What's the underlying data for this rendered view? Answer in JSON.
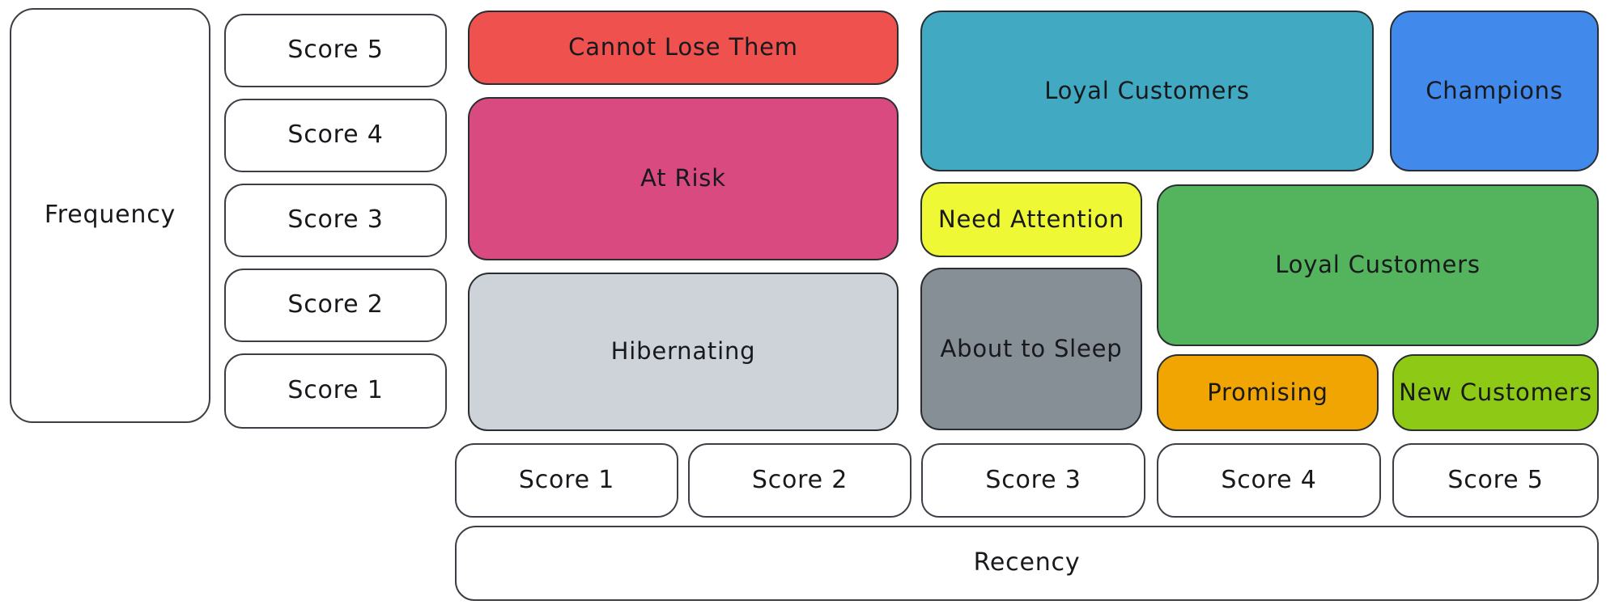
{
  "diagram": {
    "type": "rfm-segmentation-matrix",
    "ink_color": "#2e3236",
    "background": "#ffffff"
  },
  "frequency_axis": {
    "label": "Frequency",
    "scores": [
      "Score 5",
      "Score 4",
      "Score 3",
      "Score 2",
      "Score 1"
    ]
  },
  "recency_axis": {
    "label": "Recency",
    "scores": [
      "Score 1",
      "Score 2",
      "Score 3",
      "Score 4",
      "Score 5"
    ]
  },
  "segments": {
    "cannot_lose": {
      "label": "Cannot Lose Them",
      "color": "#ef514e"
    },
    "at_risk": {
      "label": "At Risk",
      "color": "#d94a80"
    },
    "hibernating": {
      "label": "Hibernating",
      "color": "#ced3da"
    },
    "loyal_customers_top": {
      "label": "Loyal Customers",
      "color": "#41a9c1"
    },
    "champions": {
      "label": "Champions",
      "color": "#4189ea"
    },
    "need_attention": {
      "label": "Need Attention",
      "color": "#eff834"
    },
    "about_to_sleep": {
      "label": "About to Sleep",
      "color": "#868e96"
    },
    "loyal_customers_mid": {
      "label": "Loyal Customers",
      "color": "#54b45d"
    },
    "promising": {
      "label": "Promising",
      "color": "#f0a502"
    },
    "new_customers": {
      "label": "New Customers",
      "color": "#8dc915"
    }
  }
}
